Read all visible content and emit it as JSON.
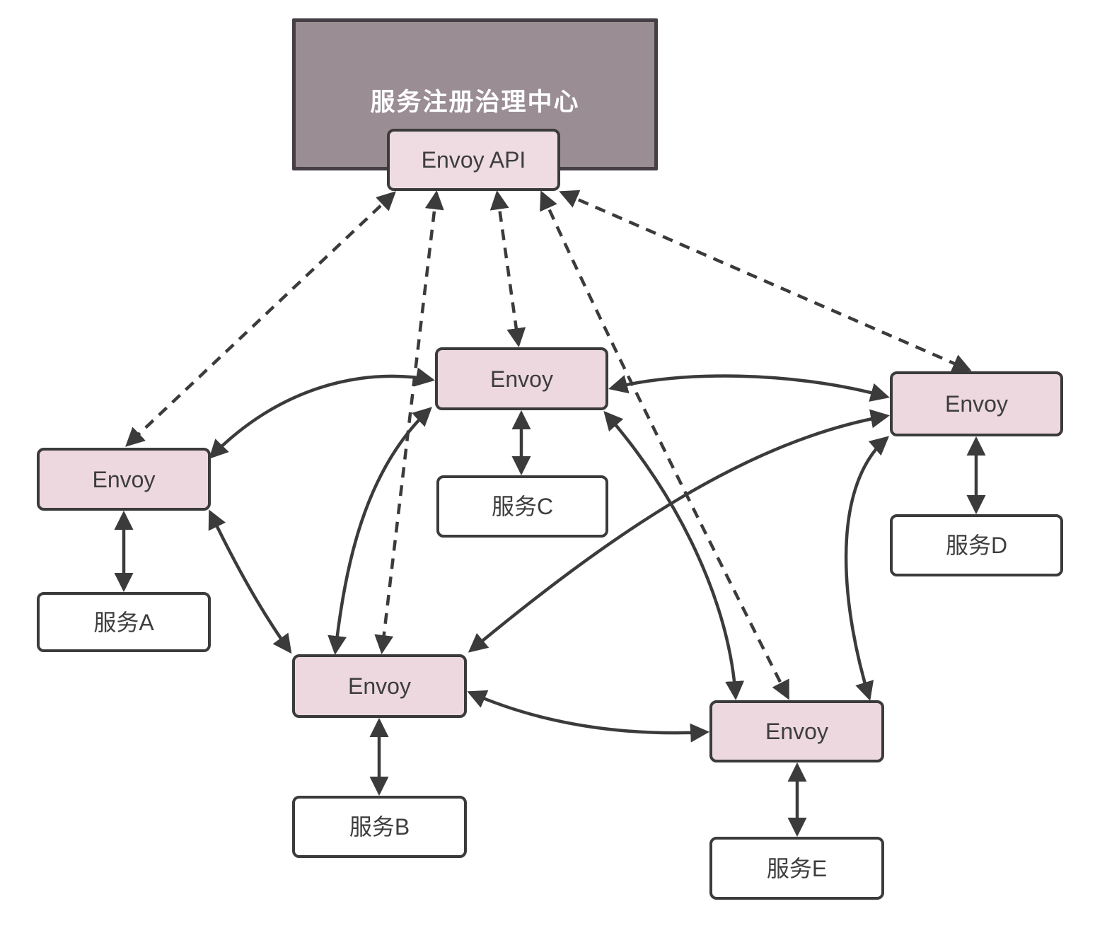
{
  "registry": {
    "label": "服务注册治理中心"
  },
  "api": {
    "label": "Envoy API"
  },
  "proxies": [
    {
      "id": "envoy-a",
      "label": "Envoy",
      "service_label": "服务A"
    },
    {
      "id": "envoy-b",
      "label": "Envoy",
      "service_label": "服务B"
    },
    {
      "id": "envoy-c",
      "label": "Envoy",
      "service_label": "服务C"
    },
    {
      "id": "envoy-d",
      "label": "Envoy",
      "service_label": "服务D"
    },
    {
      "id": "envoy-e",
      "label": "Envoy",
      "service_label": "服务E"
    }
  ],
  "edges": {
    "control_plane": [
      {
        "from": "envoy-api",
        "to": "envoy-a",
        "style": "dashed",
        "bidirectional": true
      },
      {
        "from": "envoy-api",
        "to": "envoy-b",
        "style": "dashed",
        "bidirectional": true
      },
      {
        "from": "envoy-api",
        "to": "envoy-c",
        "style": "dashed",
        "bidirectional": true
      },
      {
        "from": "envoy-api",
        "to": "envoy-d",
        "style": "dashed",
        "bidirectional": true
      },
      {
        "from": "envoy-api",
        "to": "envoy-e",
        "style": "dashed",
        "bidirectional": true
      }
    ],
    "mesh_traffic": [
      {
        "from": "envoy-a",
        "to": "envoy-c",
        "style": "solid",
        "bidirectional": true
      },
      {
        "from": "envoy-a",
        "to": "envoy-b",
        "style": "solid",
        "bidirectional": true
      },
      {
        "from": "envoy-b",
        "to": "envoy-c",
        "style": "solid",
        "bidirectional": true
      },
      {
        "from": "envoy-c",
        "to": "envoy-d",
        "style": "solid",
        "bidirectional": true
      },
      {
        "from": "envoy-b",
        "to": "envoy-d",
        "style": "solid",
        "bidirectional": true
      },
      {
        "from": "envoy-b",
        "to": "envoy-e",
        "style": "solid",
        "bidirectional": true
      },
      {
        "from": "envoy-c",
        "to": "envoy-e",
        "style": "solid",
        "bidirectional": true
      },
      {
        "from": "envoy-e",
        "to": "envoy-d",
        "style": "solid",
        "bidirectional": true
      }
    ],
    "sidecar_links": [
      {
        "from": "envoy-a",
        "to": "服务A",
        "style": "solid",
        "bidirectional": true
      },
      {
        "from": "envoy-b",
        "to": "服务B",
        "style": "solid",
        "bidirectional": true
      },
      {
        "from": "envoy-c",
        "to": "服务C",
        "style": "solid",
        "bidirectional": true
      },
      {
        "from": "envoy-d",
        "to": "服务D",
        "style": "solid",
        "bidirectional": true
      },
      {
        "from": "envoy-e",
        "to": "服务E",
        "style": "solid",
        "bidirectional": true
      }
    ]
  },
  "colors": {
    "registry_fill": "#9a8d94",
    "registry_border": "#453f45",
    "proxy_fill": "#ecd8de",
    "api_fill": "#eedce2",
    "service_fill": "#ffffff",
    "box_border": "#3b3b3b",
    "arrow": "#3b3b3b",
    "text_dark": "#3d3d3d",
    "registry_text": "#ffffff",
    "background": "#ffffff"
  }
}
